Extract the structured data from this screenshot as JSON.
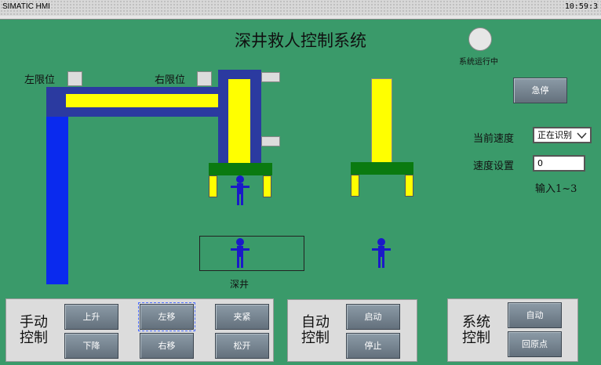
{
  "window": {
    "app_name": "SIMATIC HMI",
    "clock": "10:59:3"
  },
  "title": "深井救人控制系统",
  "status": {
    "running_label": "系统运行中"
  },
  "estop": {
    "label": "急停"
  },
  "limits": {
    "left": "左限位",
    "right": "右限位"
  },
  "speed": {
    "current_label": "当前速度",
    "current_value": "正在识别",
    "setting_label": "速度设置",
    "setting_value": "0",
    "hint": "输入1~3"
  },
  "well_label": "深井",
  "manual": {
    "label": "手动\n控制",
    "up": "上升",
    "down": "下降",
    "left": "左移",
    "right": "右移",
    "clamp": "夹紧",
    "release": "松开"
  },
  "auto": {
    "label": "自动\n控制",
    "start": "启动",
    "stop": "停止"
  },
  "system": {
    "label": "系统\n控制",
    "auto": "自动",
    "home": "回原点"
  },
  "colors": {
    "background": "#3a9a6a",
    "blue": "#0a2aee",
    "navy": "#2b3aa0",
    "yellow": "#ffff00",
    "green": "#0a7a10",
    "figure": "#1a1ac8"
  }
}
